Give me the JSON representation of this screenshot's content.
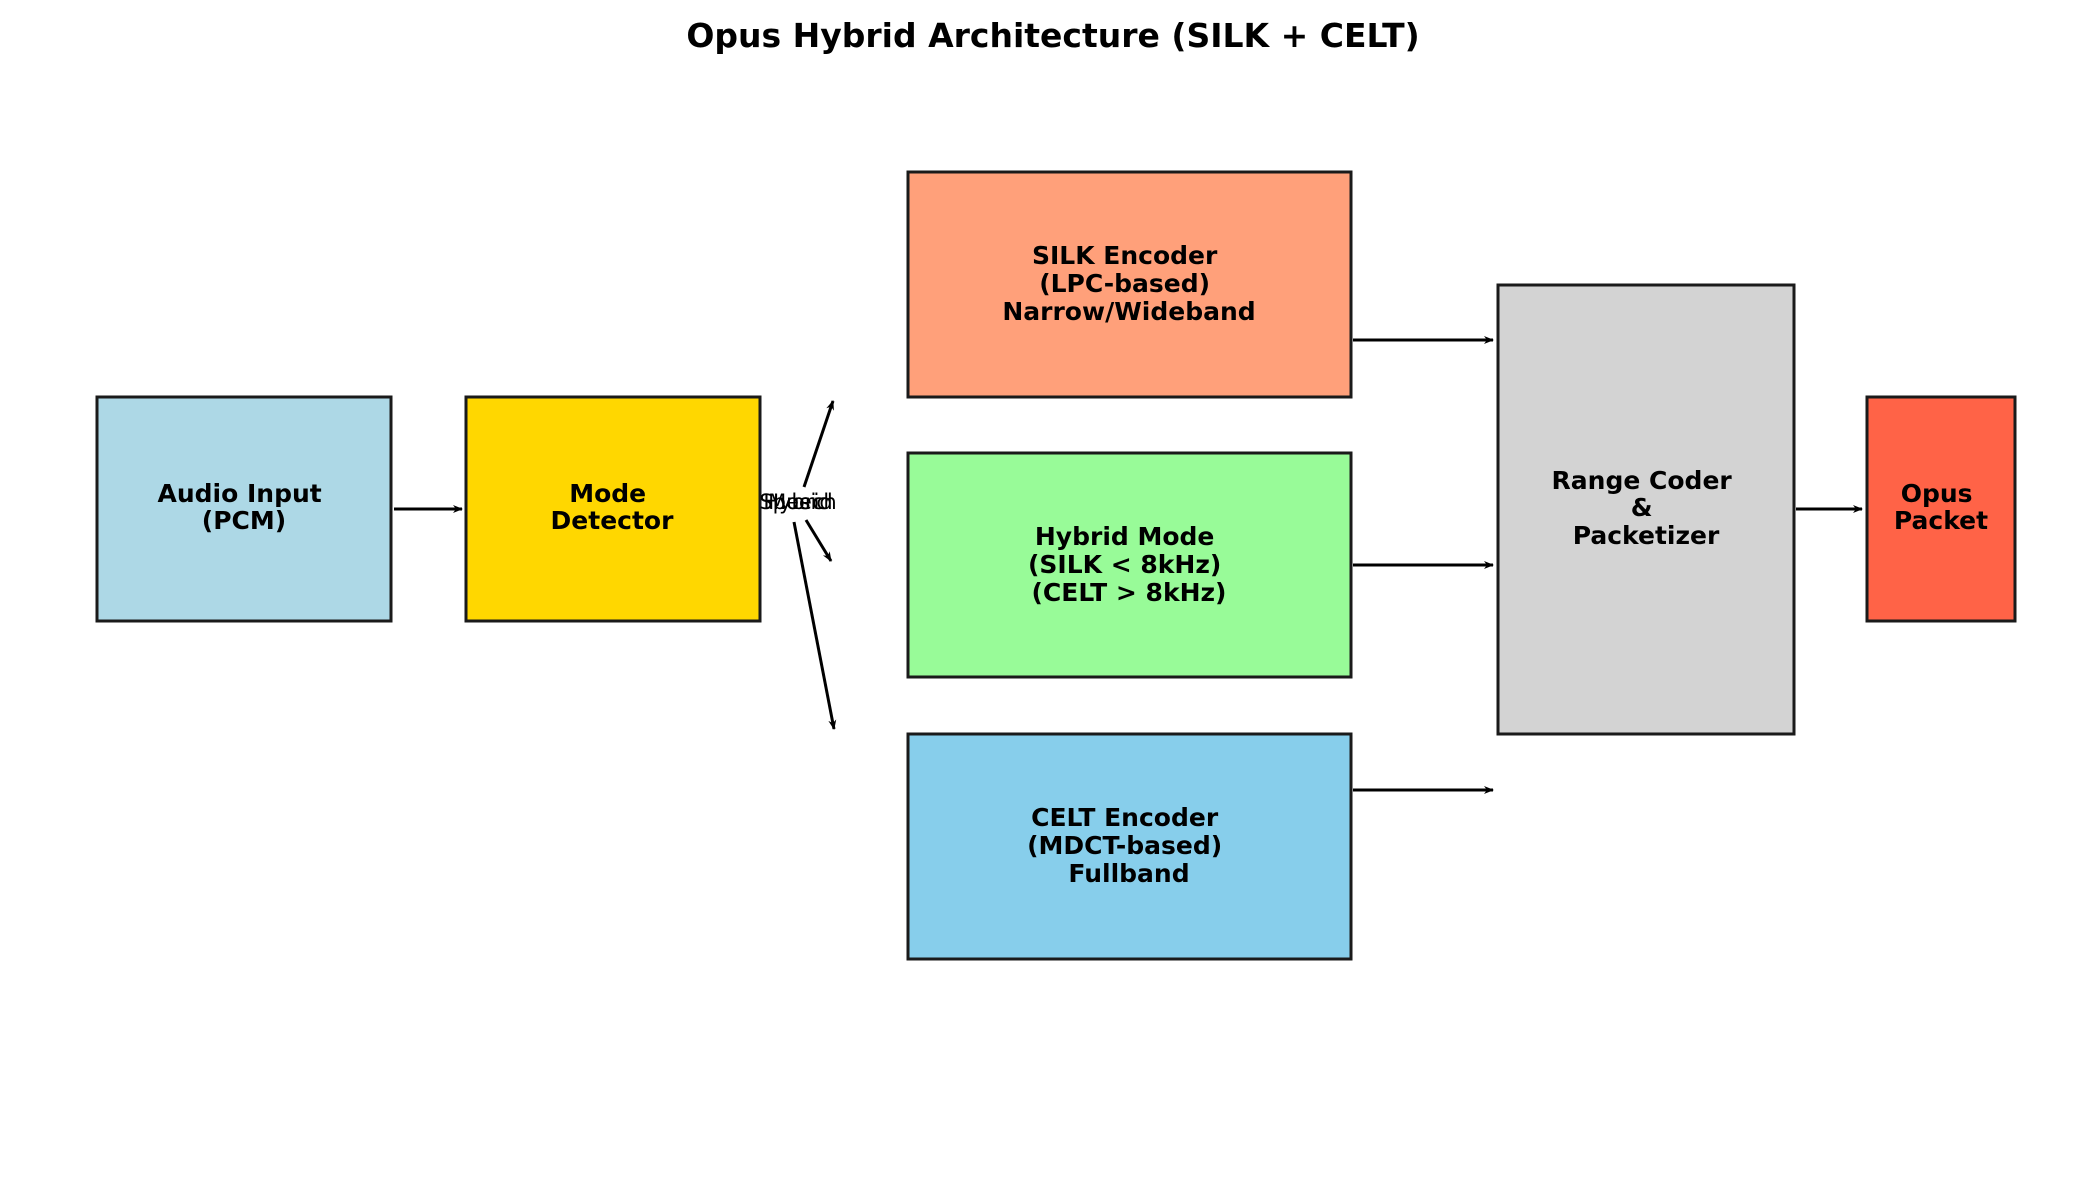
{
  "title": "Opus Hybrid Architecture (SILK + CELT)",
  "nodes": {
    "audio_input": {
      "lines": [
        "Audio Input",
        "(PCM)"
      ],
      "color": "#add8e6"
    },
    "mode_detector": {
      "lines": [
        "Mode",
        "Detector"
      ],
      "color": "#ffd700"
    },
    "silk_encoder": {
      "lines": [
        "SILK Encoder",
        "(LPC-based)",
        "Narrow/Wideband"
      ],
      "color": "#ffa07a"
    },
    "hybrid_mode": {
      "lines": [
        "Hybrid Mode",
        "(SILK < 8kHz)",
        "(CELT > 8kHz)"
      ],
      "color": "#98fb98"
    },
    "celt_encoder": {
      "lines": [
        "CELT Encoder",
        "(MDCT-based)",
        "Fullband"
      ],
      "color": "#87ceeb"
    },
    "range_coder": {
      "lines": [
        "Range Coder",
        "&",
        "Packetizer"
      ],
      "color": "#d3d3d3"
    },
    "opus_packet": {
      "lines": [
        "Opus",
        "Packet"
      ],
      "color": "#ff6347"
    }
  },
  "edge_labels": [
    "Speech",
    "Hybrid",
    "Music"
  ]
}
